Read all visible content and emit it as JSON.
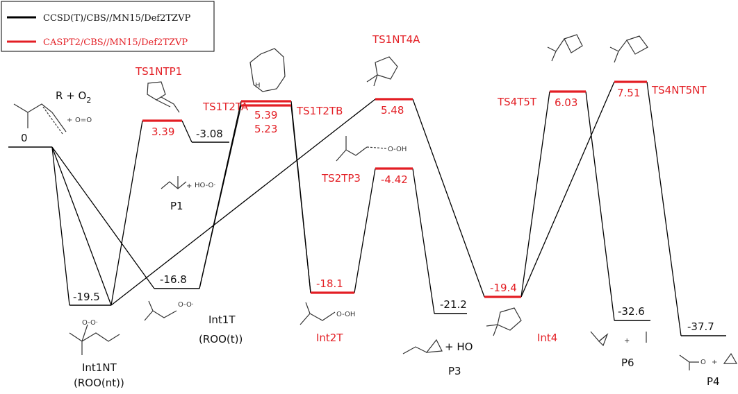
{
  "legend": {
    "black_label": "CCSD(T)/CBS//MN15/Def2TZVP",
    "red_label": "CASPT2/CBS//MN15/Def2TZVP",
    "black_color": "#000000",
    "red_color": "#e31e24"
  },
  "labels": {
    "reactants": "R + O",
    "reactants_sub": "2",
    "ts1ntp1": "TS1NTP1",
    "ts1t2ta": "TS1T2TA",
    "ts1t2tb": "TS1T2TB",
    "ts1nt4a": "TS1NT4A",
    "ts2tp3": "TS2TP3",
    "ts4t5t": "TS4T5T",
    "ts4nt5nt": "TS4NT5NT",
    "p1": "P1",
    "int1nt": "Int1NT",
    "int1nt_sub": "(ROO(nt))",
    "int1t": "Int1T",
    "int1t_sub": "(ROO(t))",
    "int2t": "Int2T",
    "p3": "P3",
    "int4": "Int4",
    "p6": "P6",
    "p4": "P4",
    "p3_plus": "+ HO",
    "p1_plus": "+",
    "r_plus": "+",
    "p6_plus": "+",
    "p4_plus": "+"
  },
  "energies": {
    "r": "0",
    "ts1ntp1": "3.39",
    "p1": "-3.08",
    "int1nt": "-19.5",
    "int1t": "-16.8",
    "ts1t2ta": "5.39",
    "ts1t2tb": "5.23",
    "int2t": "-18.1",
    "ts2tp3": "-4.42",
    "ts1nt4a": "5.48",
    "p3": "-21.2",
    "int4": "-19.4",
    "ts4t5t": "6.03",
    "p6": "-32.6",
    "ts4nt5nt": "7.51",
    "p4": "-37.7"
  }
}
